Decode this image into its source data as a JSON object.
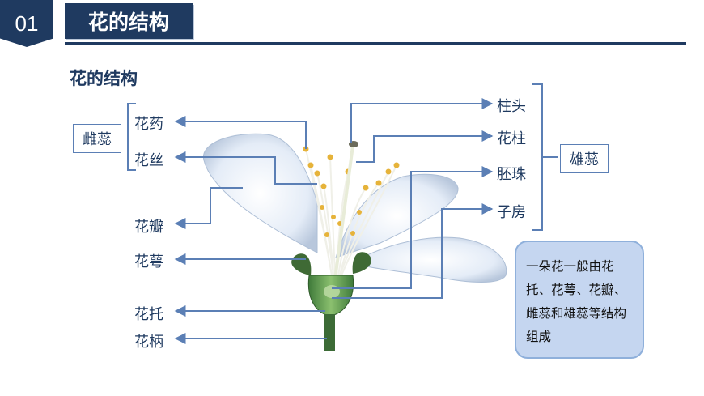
{
  "header": {
    "number": "01",
    "title": "花的结构"
  },
  "subtitle": "花的结构",
  "labels": {
    "left": {
      "anther": "花药",
      "filament": "花丝",
      "petal": "花瓣",
      "sepal": "花萼",
      "receptacle": "花托",
      "pedicel": "花柄"
    },
    "right": {
      "stigma": "柱头",
      "style": "花柱",
      "ovule": "胚珠",
      "ovary": "子房"
    }
  },
  "groups": {
    "left_group": "雌蕊",
    "right_group": "雄蕊"
  },
  "note": "一朵花一般由花托、花萼、花瓣、雌蕊和雄蕊等结构组成",
  "colors": {
    "navy": "#1f3a60",
    "arrow_blue": "#5b7fb5",
    "note_fill": "#c5d6f0"
  }
}
